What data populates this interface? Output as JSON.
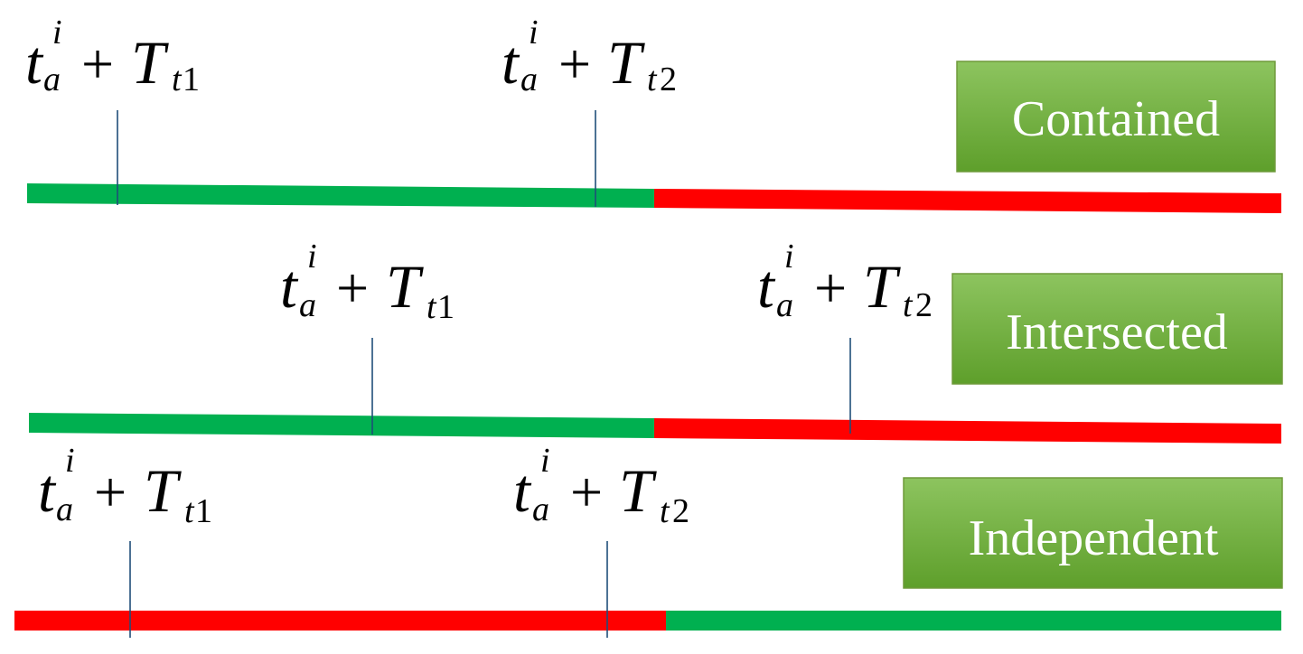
{
  "colors": {
    "feasible": "#00b050",
    "infeasible": "#ff0000",
    "label_box_top": "#8dc45f",
    "label_box_bottom": "#5e9f2b",
    "label_text": "#ffffff",
    "tick": "#1f4e79"
  },
  "markers": {
    "start": {
      "base": "t",
      "sub": "a",
      "sup": "i",
      "op": "+",
      "var": "T",
      "var_sub_t": "t",
      "var_sub_n": "1"
    },
    "end": {
      "base": "t",
      "sub": "a",
      "sup": "i",
      "op": "+",
      "var": "T",
      "var_sub_t": "t",
      "var_sub_n": "2"
    }
  },
  "cases": [
    {
      "label": "Contained",
      "timeline": [
        "feasible",
        "infeasible"
      ]
    },
    {
      "label": "Intersected",
      "timeline": [
        "feasible",
        "infeasible"
      ]
    },
    {
      "label": "Independent",
      "timeline": [
        "infeasible",
        "feasible"
      ]
    }
  ]
}
